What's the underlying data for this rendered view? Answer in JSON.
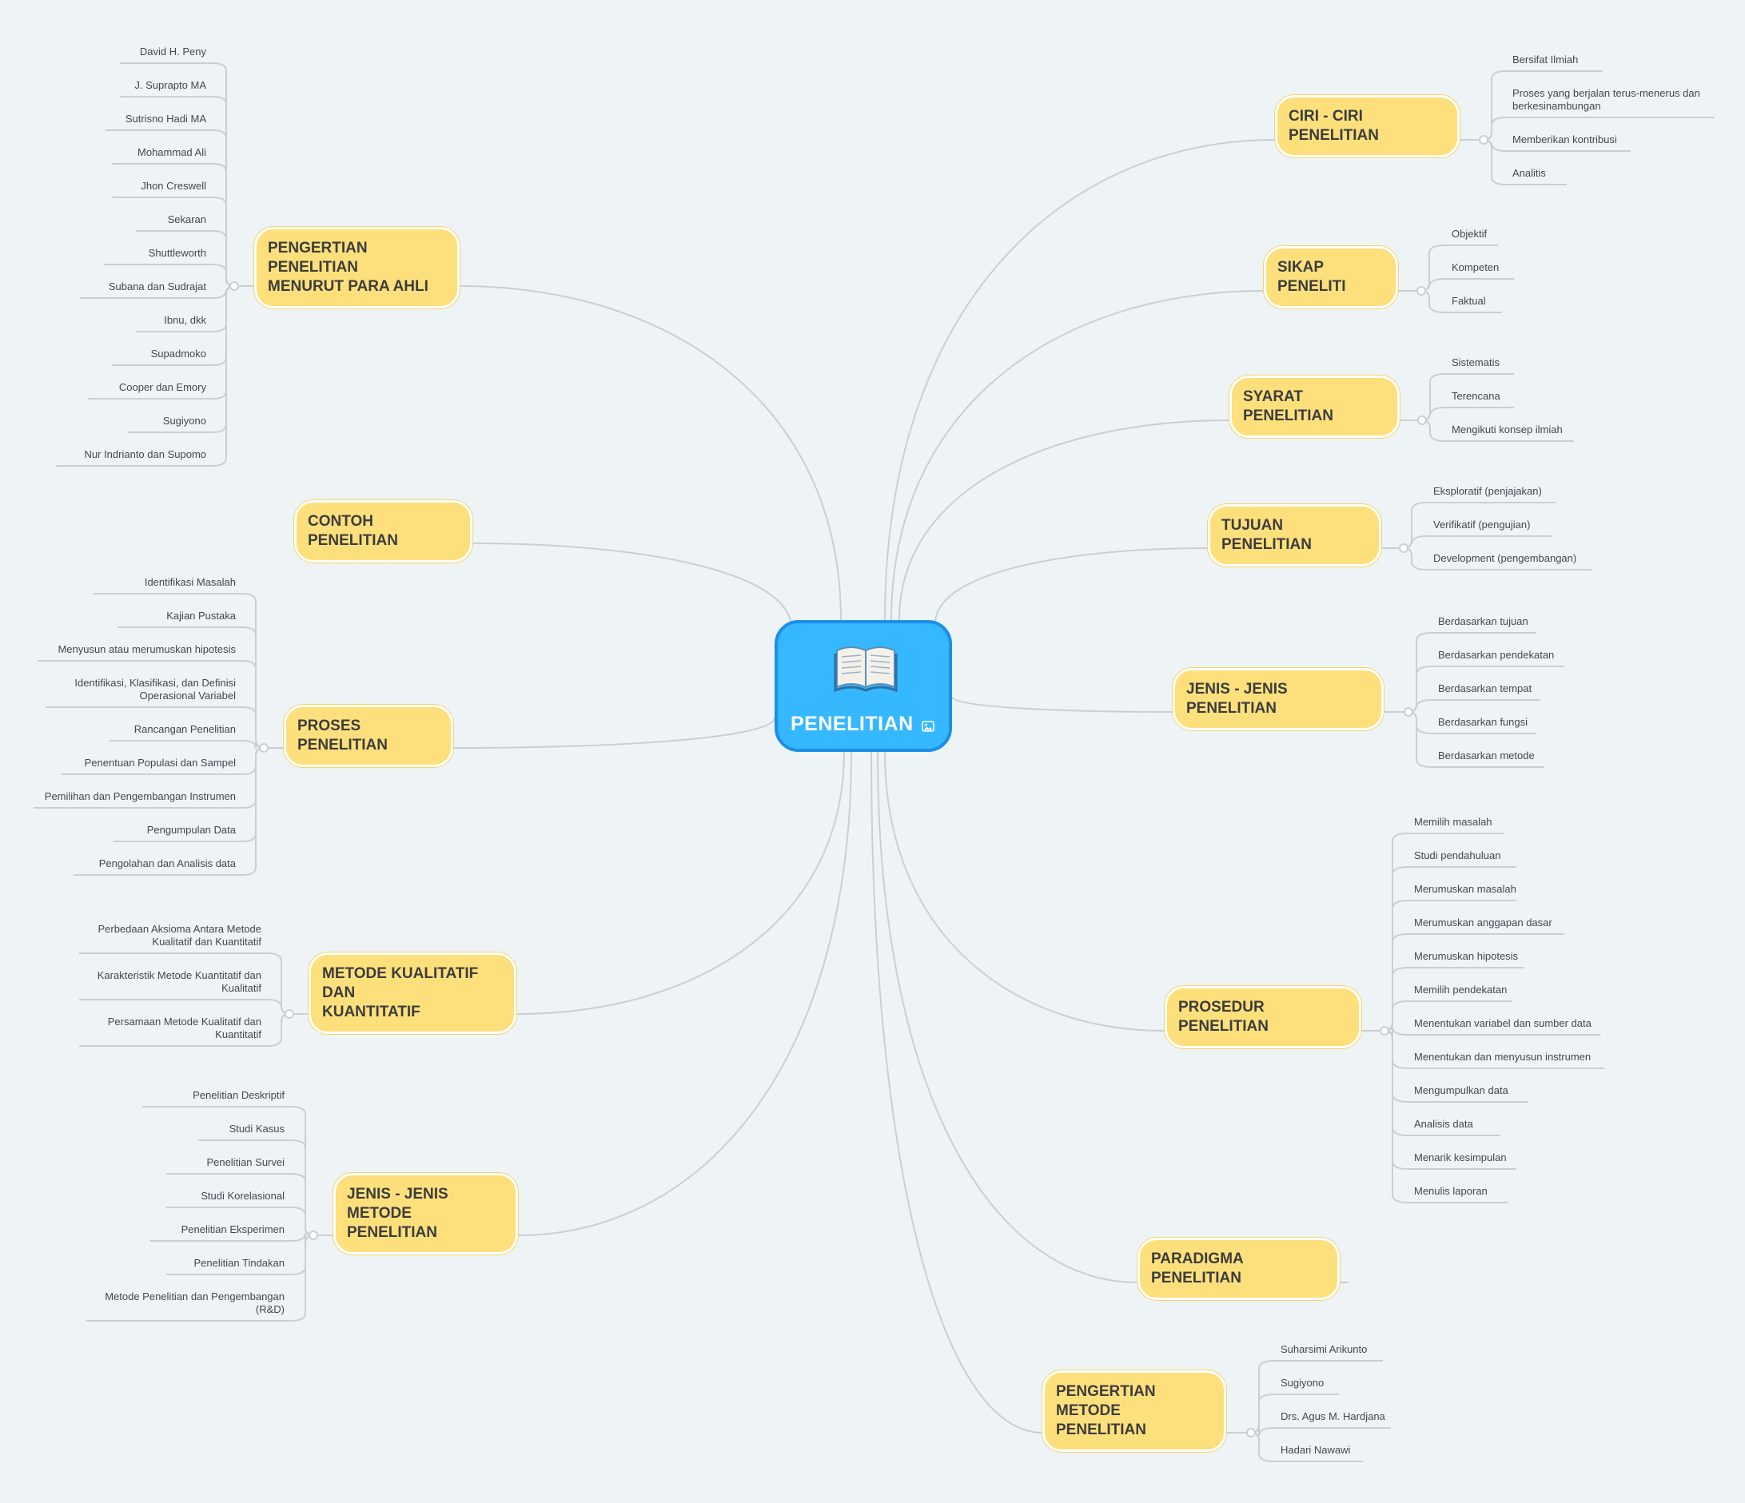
{
  "colors": {
    "background": "#eef3f6",
    "central_fill": "#35b8ff",
    "central_border": "#1b8fe6",
    "branch_fill": "#fde07c",
    "line": "#c9cfd4"
  },
  "central": {
    "label": "PENELITIAN",
    "icon": "open-book-icon",
    "attachment_icon": "image-icon"
  },
  "branches": [
    {
      "id": "pengertian-penelitian",
      "label": "PENGERTIAN PENELITIAN\nMENURUT PARA AHLI",
      "side": "left",
      "children": [
        "David H. Peny",
        "J. Suprapto MA",
        "Sutrisno Hadi MA",
        "Mohammad Ali",
        "Jhon Creswell",
        "Sekaran",
        "Shuttleworth",
        "Subana dan Sudrajat",
        "Ibnu, dkk",
        "Supadmoko",
        "Cooper dan Emory",
        "Sugiyono",
        "Nur Indrianto dan Supomo"
      ]
    },
    {
      "id": "contoh-penelitian",
      "label": "CONTOH PENELITIAN",
      "side": "left",
      "children": []
    },
    {
      "id": "proses-penelitian",
      "label": "PROSES PENELITIAN",
      "side": "left",
      "children": [
        "Identifikasi Masalah",
        "Kajian Pustaka",
        "Menyusun atau merumuskan hipotesis",
        "Identifikasi, Klasifikasi, dan Definisi\nOperasional Variabel",
        "Rancangan Penelitian",
        "Penentuan Populasi dan Sampel",
        "Pemilihan dan Pengembangan Instrumen",
        "Pengumpulan Data",
        "Pengolahan dan Analisis data"
      ]
    },
    {
      "id": "metode-kualitatif",
      "label": "METODE KUALITATIF DAN\nKUANTITATIF",
      "side": "left",
      "children": [
        "Perbedaan Aksioma Antara Metode\nKualitatif dan Kuantitatif",
        "Karakteristik Metode Kuantitatif dan\nKualitatif",
        "Persamaan Metode Kualitatif dan\nKuantitatif"
      ]
    },
    {
      "id": "jenis-metode",
      "label": "JENIS - JENIS METODE\nPENELITIAN",
      "side": "left",
      "children": [
        "Penelitian Deskriptif",
        "Studi Kasus",
        "Penelitian Survei",
        "Studi Korelasional",
        "Penelitian Eksperimen",
        "Penelitian Tindakan",
        "Metode Penelitian dan Pengembangan\n(R&D)"
      ]
    },
    {
      "id": "ciri-penelitian",
      "label": "CIRI - CIRI PENELITIAN",
      "side": "right",
      "children": [
        "Bersifat Ilmiah",
        "Proses yang berjalan terus-menerus dan\nberkesinambungan",
        "Memberikan kontribusi",
        "Analitis"
      ]
    },
    {
      "id": "sikap-peneliti",
      "label": "SIKAP PENELITI",
      "side": "right",
      "children": [
        "Objektif",
        "Kompeten",
        "Faktual"
      ]
    },
    {
      "id": "syarat-penelitian",
      "label": "SYARAT PENELITIAN",
      "side": "right",
      "children": [
        "Sistematis",
        "Terencana",
        "Mengikuti konsep ilmiah"
      ]
    },
    {
      "id": "tujuan-penelitian",
      "label": "TUJUAN PENELITIAN",
      "side": "right",
      "children": [
        "Eksploratif (penjajakan)",
        "Verifikatif (pengujian)",
        "Development (pengembangan)"
      ]
    },
    {
      "id": "jenis-penelitian",
      "label": "JENIS - JENIS PENELITIAN",
      "side": "right",
      "children": [
        "Berdasarkan tujuan",
        "Berdasarkan pendekatan",
        "Berdasarkan tempat",
        "Berdasarkan fungsi",
        "Berdasarkan metode"
      ]
    },
    {
      "id": "prosedur-penelitian",
      "label": "PROSEDUR PENELITIAN",
      "side": "right",
      "children": [
        "Memilih masalah",
        "Studi pendahuluan",
        "Merumuskan masalah",
        "Merumuskan anggapan dasar",
        "Merumuskan hipotesis",
        "Memilih pendekatan",
        "Menentukan variabel dan sumber data",
        "Menentukan dan menyusun instrumen",
        "Mengumpulkan data",
        "Analisis data",
        "Menarik kesimpulan",
        "Menulis laporan"
      ]
    },
    {
      "id": "paradigma-penelitian",
      "label": "PARADIGMA PENELITIAN",
      "side": "right",
      "children": []
    },
    {
      "id": "pengertian-metode",
      "label": "PENGERTIAN METODE\nPENELITIAN",
      "side": "right",
      "children": [
        "Suharsimi Arikunto",
        "Sugiyono",
        "Drs. Agus M. Hardjana",
        "Hadari Nawawi"
      ]
    }
  ]
}
